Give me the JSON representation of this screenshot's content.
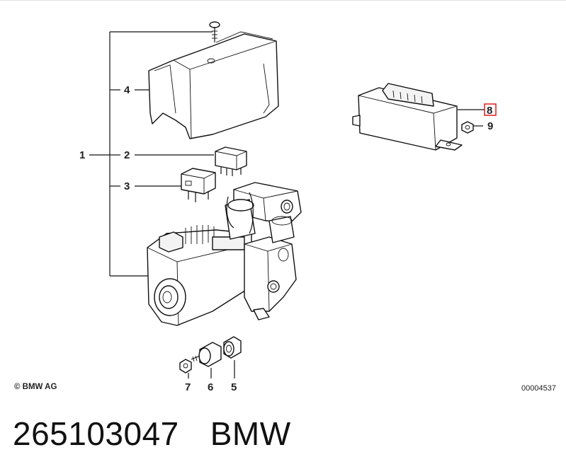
{
  "callouts": {
    "n1": "1",
    "n2": "2",
    "n3": "3",
    "n4": "4",
    "n5": "5",
    "n6": "6",
    "n7": "7",
    "n8": "8",
    "n9": "9"
  },
  "copyright": "© BMW AG",
  "reference_code": "00004537",
  "caption": {
    "part_number": "265103047",
    "brand": "BMW"
  },
  "colors": {
    "highlight": "#e01b1b",
    "ink": "#111111"
  }
}
